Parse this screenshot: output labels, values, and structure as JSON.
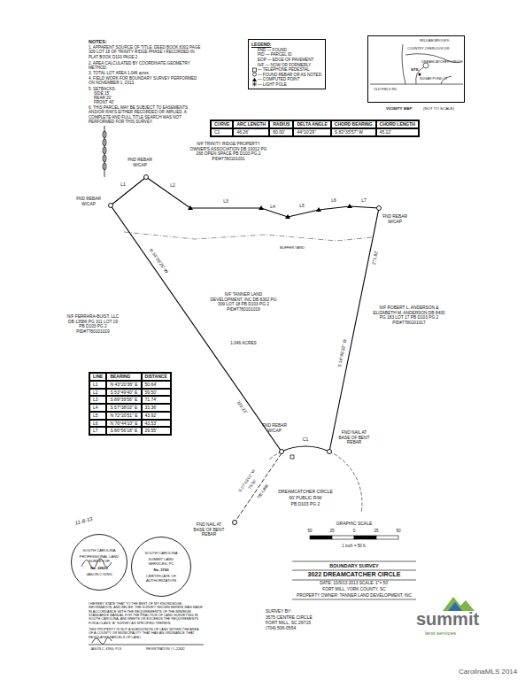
{
  "diagram": {
    "nodes": [
      {
        "text": [
          "LEGEND:"
        ]
      },
      {
        "text": [
          "WILLIAM BROOKS",
          "COUNTRY OVERLOOK DR",
          "DREAMCATCHER CIRCLE",
          "SITE",
          "SUGAR POND CT",
          "OLD FIELD RD",
          "VICINITY MAP",
          "(NOT TO SCALE)"
        ]
      },
      {
        "text": [
          "CURVE",
          "ARC LENGTH",
          "RADIUS",
          "DELTA ANGLE",
          "CHORD BEARING",
          "CHORD LENGTH",
          "C1",
          "46.26'",
          "60.00'",
          "44°10'29\"",
          "S 82°35'57\" W",
          "45.12'"
        ]
      },
      {
        "text": [
          "LINE",
          "BEARING",
          "DISTANCE",
          "L1",
          "N 43°20'36\" E",
          "50.64'",
          "L2",
          "S 53°49'40\" E",
          "59.50'",
          "L3",
          "S 89°39'56\" E",
          "71.74'",
          "L4",
          "S 57°38'03\" E",
          "33.36'",
          "L5",
          "N 72°20'51\" E",
          "43.92'",
          "L6",
          "N 76°44'10\" E",
          "43.53'",
          "L7",
          "S 86°56'18\" E",
          "29.55'"
        ]
      },
      {
        "text": [
          "SOUTH CAROLINA",
          "PROFESSIONAL LAND SURVEYOR",
          "No. 22632",
          "JASON C KING"
        ]
      },
      {
        "text": [
          "SOUTH CAROLINA",
          "SUMMIT LAND SERVICES, PC",
          "No. 3760",
          "CERTIFICATE OF AUTHORIZATION"
        ]
      }
    ],
    "labels": [
      "NOTES:",
      "1. APPARENT SOURCE OF TITLE: DEED BOOK 8302 PAGE 309 LOT 18 OF TRINITY RIDGE PHASE I RECORDED IN PLAT BOOK D103 PAGE 2.",
      "2. AREA CALCULATED BY COORDINATE GEOMETRY METHOD.",
      "3. TOTAL LOT AREA 1.046 acres.",
      "4. FIELD WORK FOR BOUNDARY SURVEY PERFORMED ON NOVEMBER 1, 2013.",
      "5. SETBACKS:",
      "SIDE 15'",
      "REAR 20'",
      "FRONT 40'",
      "6. THIS PARCEL MAY BE SUBJECT TO EASEMENTS AND/OR R/W'S EITHER RECORDED OR IMPLIED. A COMPLETE AND FULL TITLE SEARCH WAS NOT PERFORMED FOR THIS SURVEY.",
      "FND REBAR W/CAP",
      "FND REBAR W/CAP",
      "FND REBAR W/CAP",
      "FND REBAR W/CAP",
      "FND NAIL AT BASE OF BENT REBAR",
      "FND NAIL AT BASE OF BENT REBAR",
      "L1",
      "L2",
      "L3",
      "L4",
      "L5",
      "L6",
      "L7",
      "N/F TRINITY RIDGE PROPERTY OWNER'S ASSOCIATION DB 10012 PG 266 OPEN SPACE PB D103 PG 2 PID#7780101031",
      "BUFFER YARD",
      "N/F TANNER LAND DEVELOPMENT, INC DB 8302 PG 309 LOT 18 PB D103 PG 2 PID#7780101018",
      "1.046 ACRES",
      "N/F FERRARA-BUIST, LLC DB 13586 PG 311 LOT 19 PB D103 PG 2 PID#7780101019",
      "N/F ROBERT L. ANDERSON & ELIZABETH M. ANDERSON DB 8400 PG 183 LOT 17 PB D103 PG 2 PID#7780101017",
      "N 34°38'25\" W",
      "320.23'",
      "S 14°46'32\" W",
      "271.82'",
      "C1",
      "S 27°03'01\" W",
      "74.50'",
      "TIE-LINE",
      "DREAMCATCHER CIRCLE",
      "60' PUBLIC R/W",
      "PB D103 PG 2",
      "GRAPHIC SCALE",
      "50",
      "25",
      "0",
      "25",
      "50",
      "1 inch = 50 ft.",
      "BOUNDARY SURVEY",
      "3022 DREAMCATCHER CIRCLE",
      "DATE: 10/9/13 2013   SCALE: 1\"= 50'",
      "FORT MILL, YORK COUNTY, SC",
      "PROPERTY OWNER: TANNER LAND DEVELOPMENT, INC",
      "SURVEY BY:",
      "3575 CENTRE CIRCLE",
      "FORT MILL, SC 29715",
      "(704) 506-0554",
      "summit",
      "land services",
      "11-8-13",
      "I HEREBY STATE THAT TO THE BEST OF MY KNOWLEDGE, INFORMATION, AND BELIEF, THE SURVEY SHOWN HEREIN WAS MADE IN ACCORDANCE WITH THE REQUIREMENTS OF THE MINIMUM STANDARDS MANUAL FOR THE PRACTICE OF LAND SURVEYING IN SOUTH CAROLINA, AND MEETS OR EXCEEDS THE REQUIREMENTS FOR A CLASS \"A\" SURVEY AS SPECIFIED THEREIN.",
      "THIS PROPERTY IS NOT A SUBDIVISION OF LAND WITHIN THE AREA OF A COUNTY OR MUNICIPALITY THAT HAS AN ORDINANCE THAT REGULATES PARCELS OF LAND.",
      "JASON C. KING, PLS",
      "REGISTRATION # L-22632",
      "CarolinaMLS 2014"
    ],
    "legend": [
      {
        "text": "FND — FOUND"
      },
      {
        "text": "PID — PARCEL ID"
      },
      {
        "text": "EOP — EDGE OF PAVEMENT"
      },
      {
        "text": "N/F — NOW OR FORMERLY"
      },
      {
        "text": "— TELEPHONE PEDESTAL"
      },
      {
        "text": "— FOUND REBAR OR AS NOTED"
      },
      {
        "text": "— COMPUTED POINT"
      },
      {
        "text": "— LIGHT POLE"
      }
    ]
  }
}
